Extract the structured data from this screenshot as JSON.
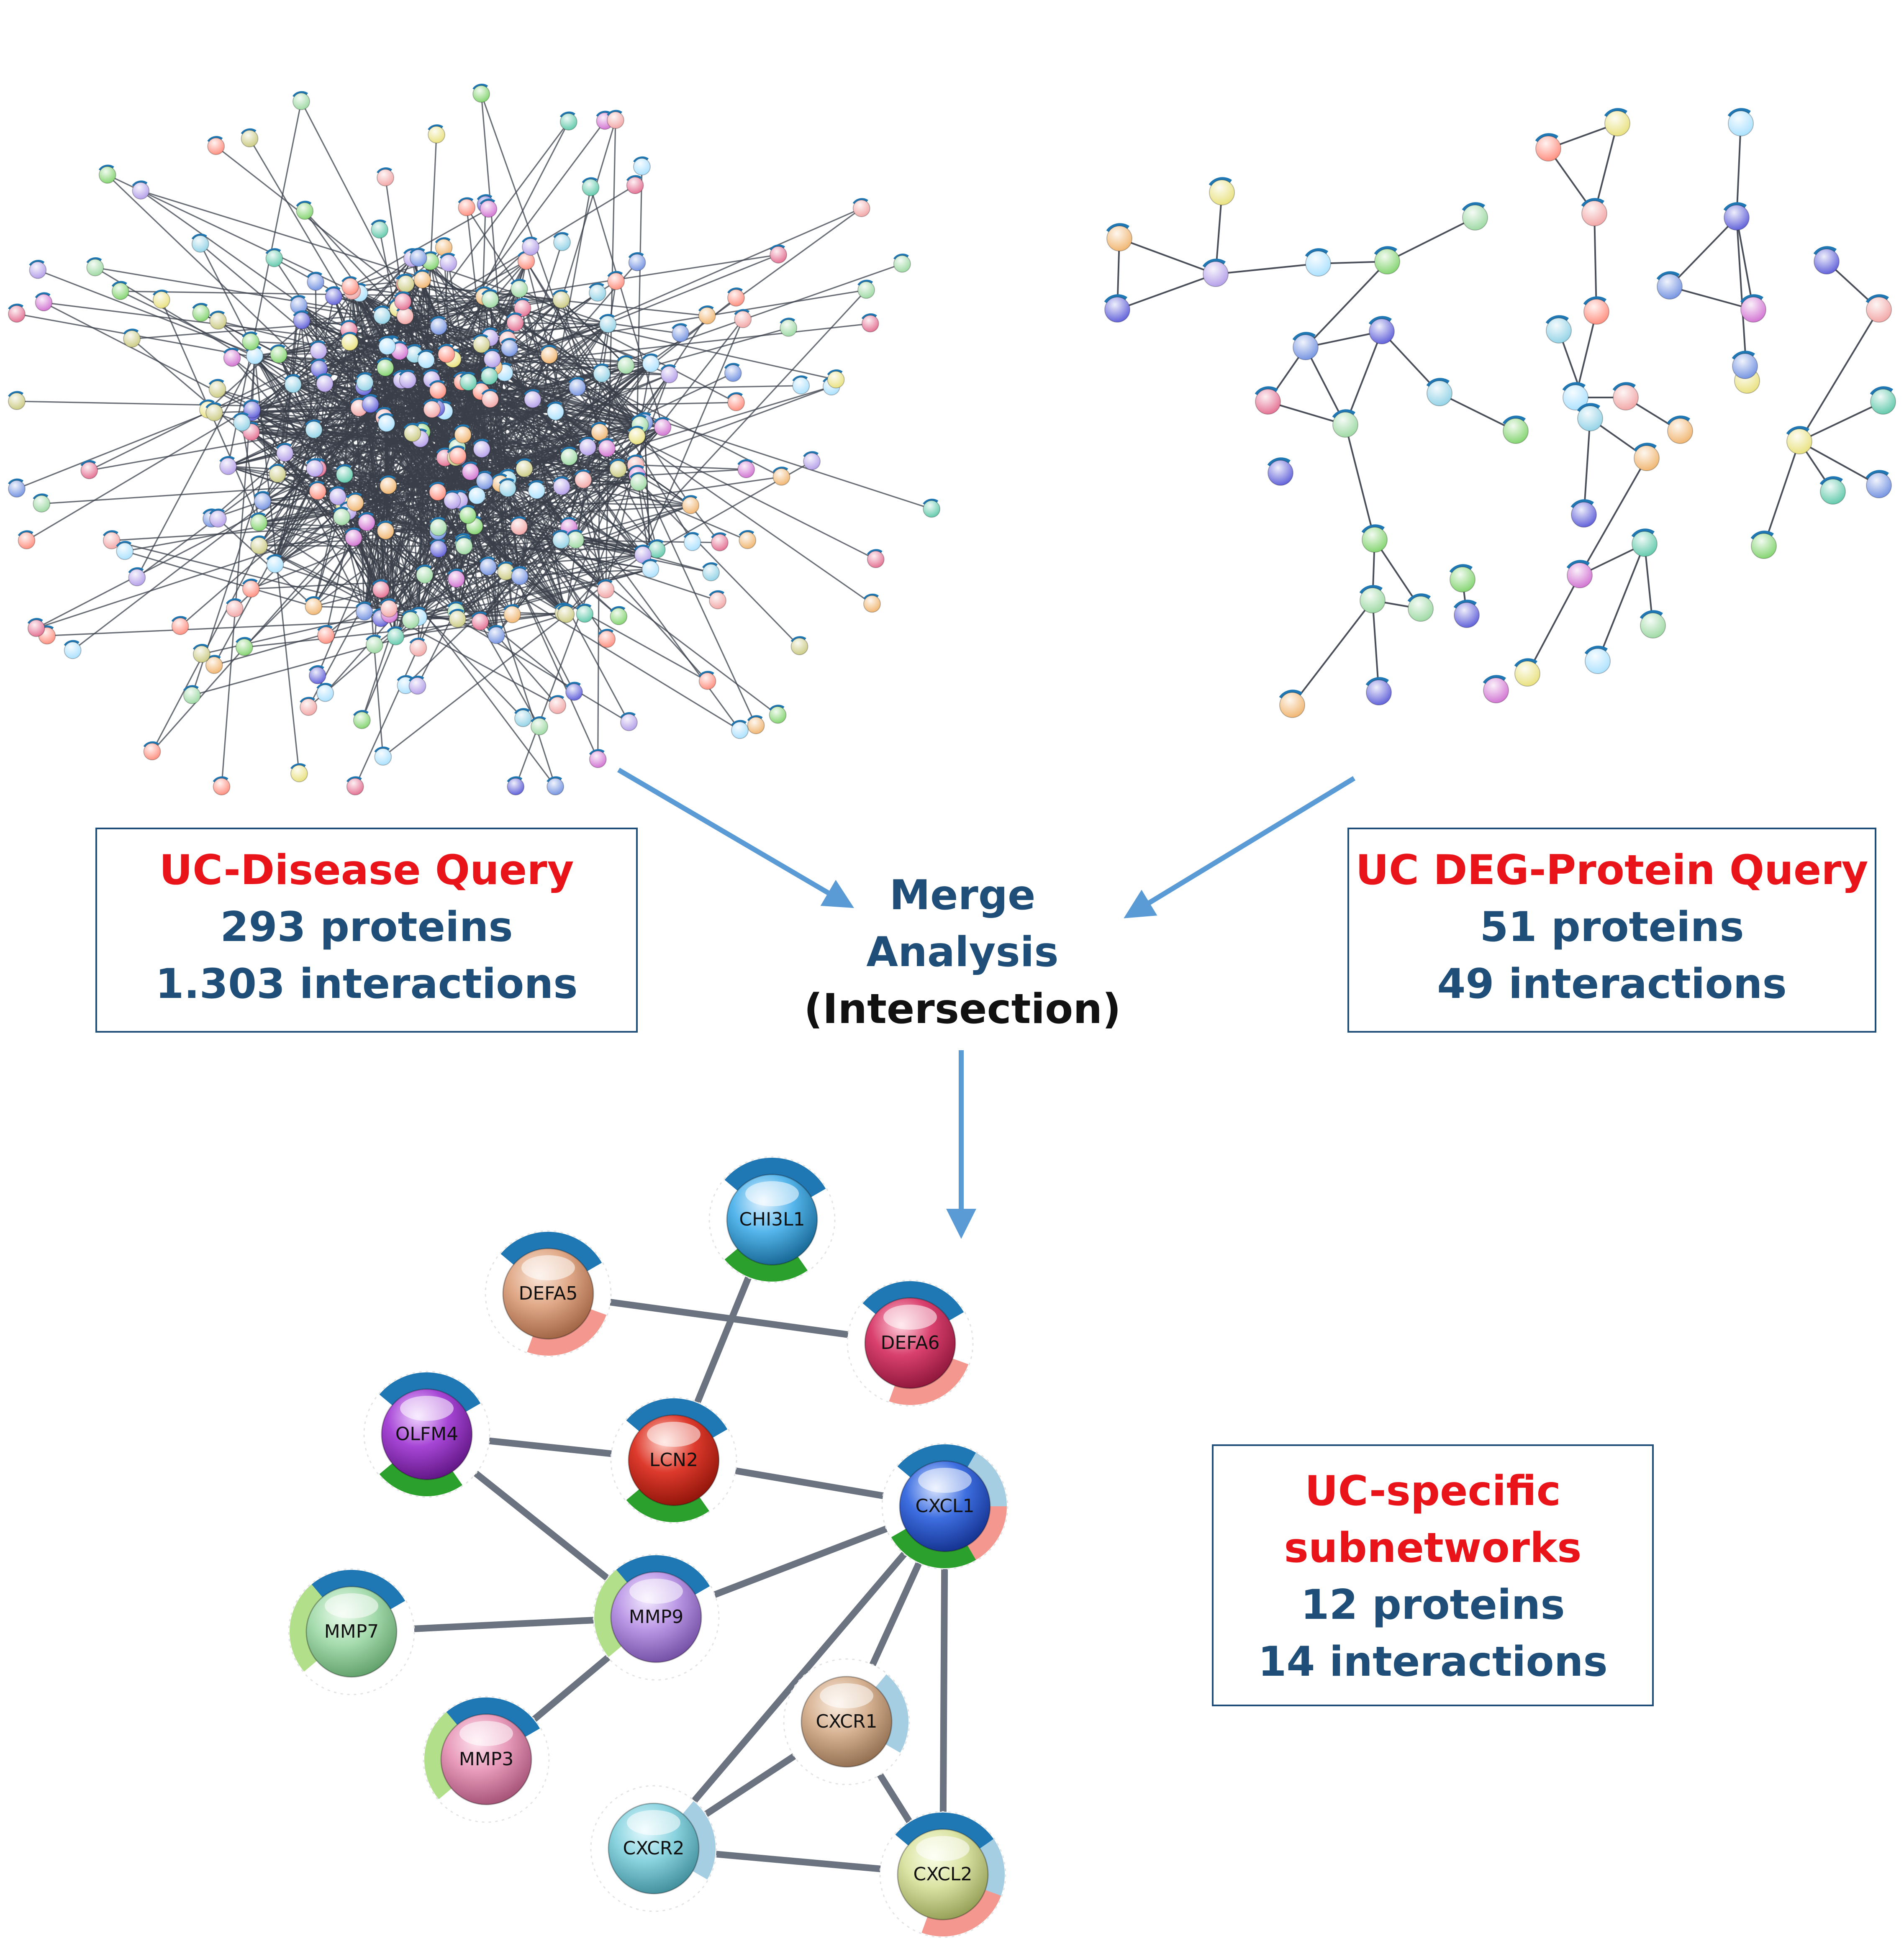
{
  "disease_query": {
    "title": "UC-Disease Query",
    "proteins": "293 proteins",
    "interactions": "1.303 interactions"
  },
  "deg_query": {
    "title": "UC DEG-Protein Query",
    "proteins": "51 proteins",
    "interactions": "49 interactions"
  },
  "merge": {
    "line1": "Merge",
    "line2": "Analysis",
    "line3": "(Intersection)"
  },
  "subnetwork": {
    "title_line1": "UC-specific",
    "title_line2": "subnetworks",
    "proteins": "12 proteins",
    "interactions": "14 interactions"
  },
  "proteins": [
    "CHI3L1",
    "DEFA5",
    "DEFA6",
    "OLFM4",
    "LCN2",
    "CXCL1",
    "MMP7",
    "MMP9",
    "MMP3",
    "CXCR1",
    "CXCR2",
    "CXCL2"
  ],
  "colors": {
    "title_red": "#e8141a",
    "text_blue": "#1f4e79",
    "arrow_blue": "#5b9bd5",
    "edge_gray": "#6b7280",
    "ring_dark_blue": "#1f77b4",
    "ring_light_blue": "#a6cee3",
    "ring_green": "#2ca02c",
    "ring_light_green": "#b2df8a",
    "ring_salmon": "#f4978e"
  }
}
